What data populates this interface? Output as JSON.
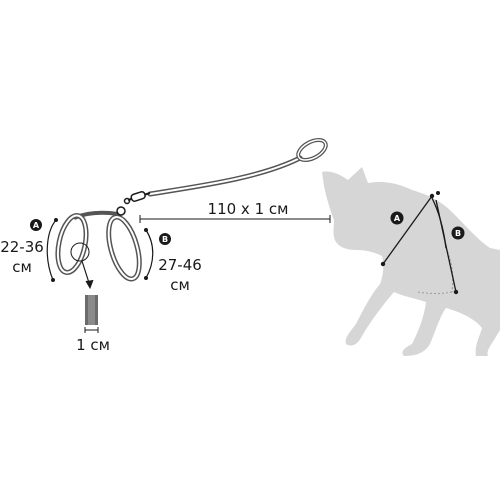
{
  "labels": {
    "leash": "110 x 1 см",
    "neck_range": "22-36",
    "neck_unit": "см",
    "chest_range": "27-46",
    "chest_unit": "см",
    "strap_width": "1 см"
  },
  "badges": {
    "a": "A",
    "b": "B"
  },
  "colors": {
    "cat": "#d6d6d6",
    "line": "#1a1a1a",
    "strap": "#555555",
    "badge": "#1a1a1a"
  }
}
